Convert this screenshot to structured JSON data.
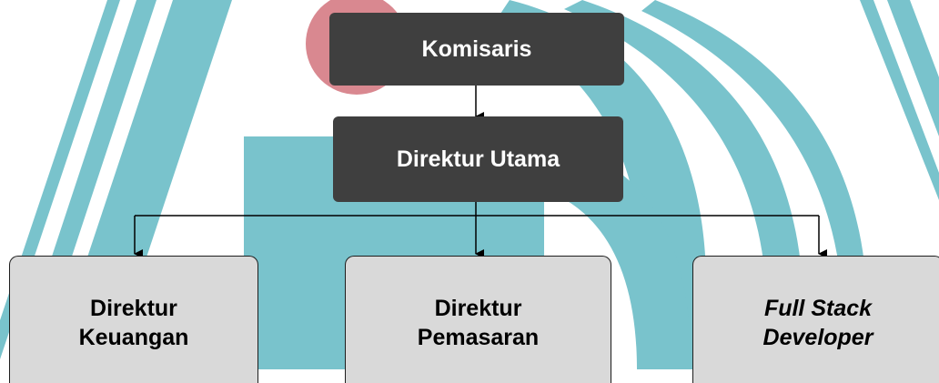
{
  "colors": {
    "watermark_teal": "#79c3cc",
    "watermark_red": "#d8848e",
    "dark_box": "#3f3f3f",
    "light_box": "#d9d9d9"
  },
  "chart": {
    "top": {
      "label": "Komisaris"
    },
    "second": {
      "label": "Direktur Utama"
    },
    "children": [
      {
        "line1": "Direktur",
        "line2": "Keuangan",
        "italic": false
      },
      {
        "line1": "Direktur",
        "line2": "Pemasaran",
        "italic": false
      },
      {
        "line1": "Full Stack",
        "line2": "Developer",
        "italic": true
      }
    ]
  }
}
